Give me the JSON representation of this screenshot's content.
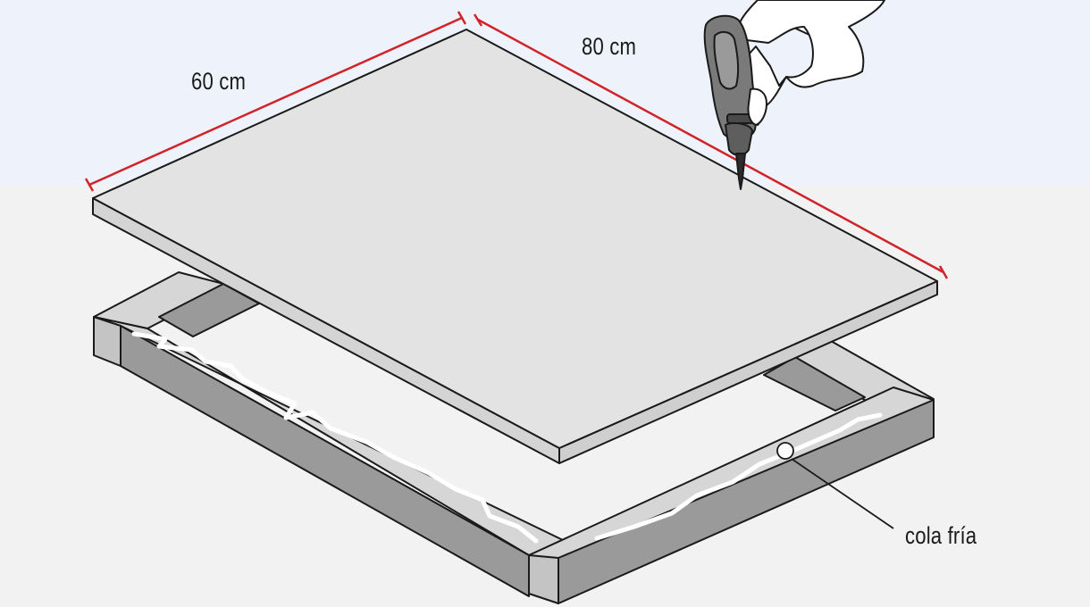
{
  "dimensions": {
    "width_label": "60 cm",
    "length_label": "80 cm"
  },
  "callouts": {
    "glue_label": "cola fría"
  },
  "colors": {
    "sky": "#eef3fb",
    "floor": "#f2f2f2",
    "board_top": "#e3e3e3",
    "board_edge": "#cfcfcf",
    "frame_top": "#d6d6d6",
    "frame_side": "#9a9a9a",
    "frame_end": "#c4c4c4",
    "dimension_line": "#d1232a",
    "outline": "#1a1a1a",
    "drill_body": "#7a7a7a"
  },
  "icons": {
    "tool": "cordless-drill-icon",
    "hand": "hand-icon"
  }
}
